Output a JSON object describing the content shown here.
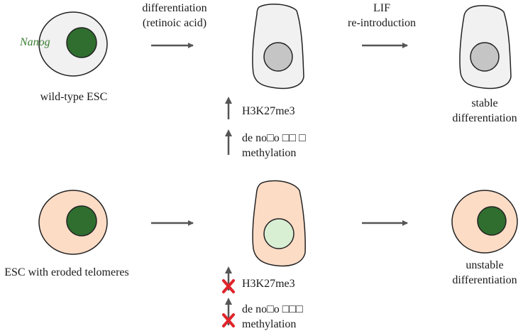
{
  "colors": {
    "background": "#ffffff",
    "outline": "#222222",
    "cytoplasm_grey": "#f1f1f1",
    "cytoplasm_peach": "#fddcc6",
    "nucleus_green": "#2f6e2f",
    "nucleus_grey": "#c5c5c5",
    "nucleus_light_green": "#d9efd3",
    "arrow": "#555555",
    "nanog_text": "#3a7d32",
    "block_x": "#e0242a"
  },
  "labels": {
    "nanog": "Nanog",
    "wild_type_esc": "wild-type ESC",
    "eroded_esc": "ESC with eroded telomeres",
    "differentiation_line1": "differentiation",
    "differentiation_line2": "(retinoic acid)",
    "lif_line1": "LIF",
    "lif_line2": "re-introduction",
    "stable_line1": "stable",
    "stable_line2": "differentiation",
    "unstable_line1": "unstable",
    "unstable_line2": "differentiation"
  },
  "markers": {
    "top": {
      "h3k27me3": "H3K27me3",
      "de_novo_line1": "de no□o □□ □",
      "de_novo_line2": "methylation"
    },
    "bottom": {
      "h3k27me3": "H3K27me3",
      "de_novo_line1": "de no□o □□□",
      "de_novo_line2": "methylation"
    }
  }
}
